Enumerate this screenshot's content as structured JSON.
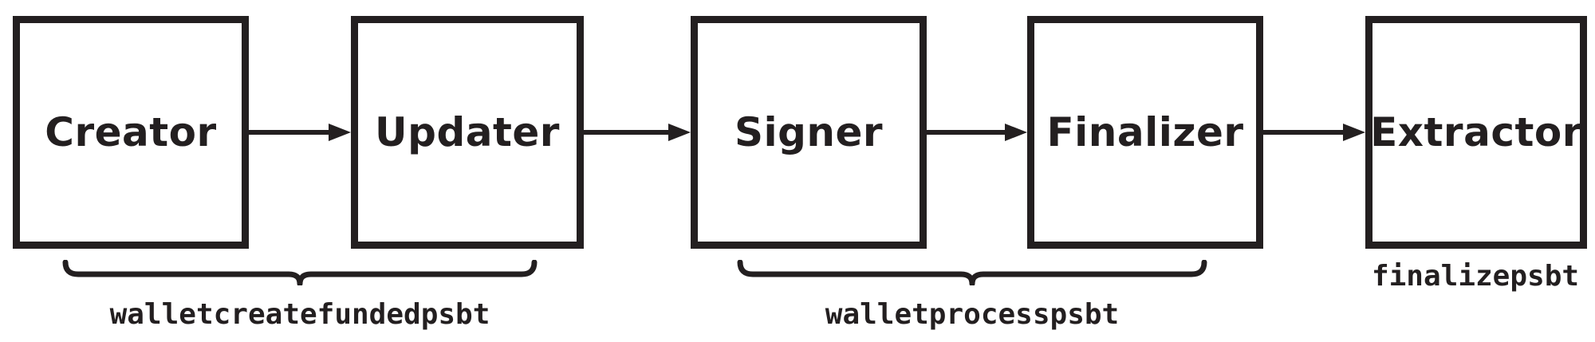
{
  "boxes": [
    {
      "label": "Creator"
    },
    {
      "label": "Updater"
    },
    {
      "label": "Signer"
    },
    {
      "label": "Finalizer"
    },
    {
      "label": "Extractor"
    }
  ],
  "rpc_labels": [
    {
      "label": "walletcreatefundedpsbt"
    },
    {
      "label": "walletprocesspsbt"
    },
    {
      "label": "finalizepsbt"
    }
  ],
  "colors": {
    "ink": "#231f20",
    "background": "#ffffff"
  }
}
